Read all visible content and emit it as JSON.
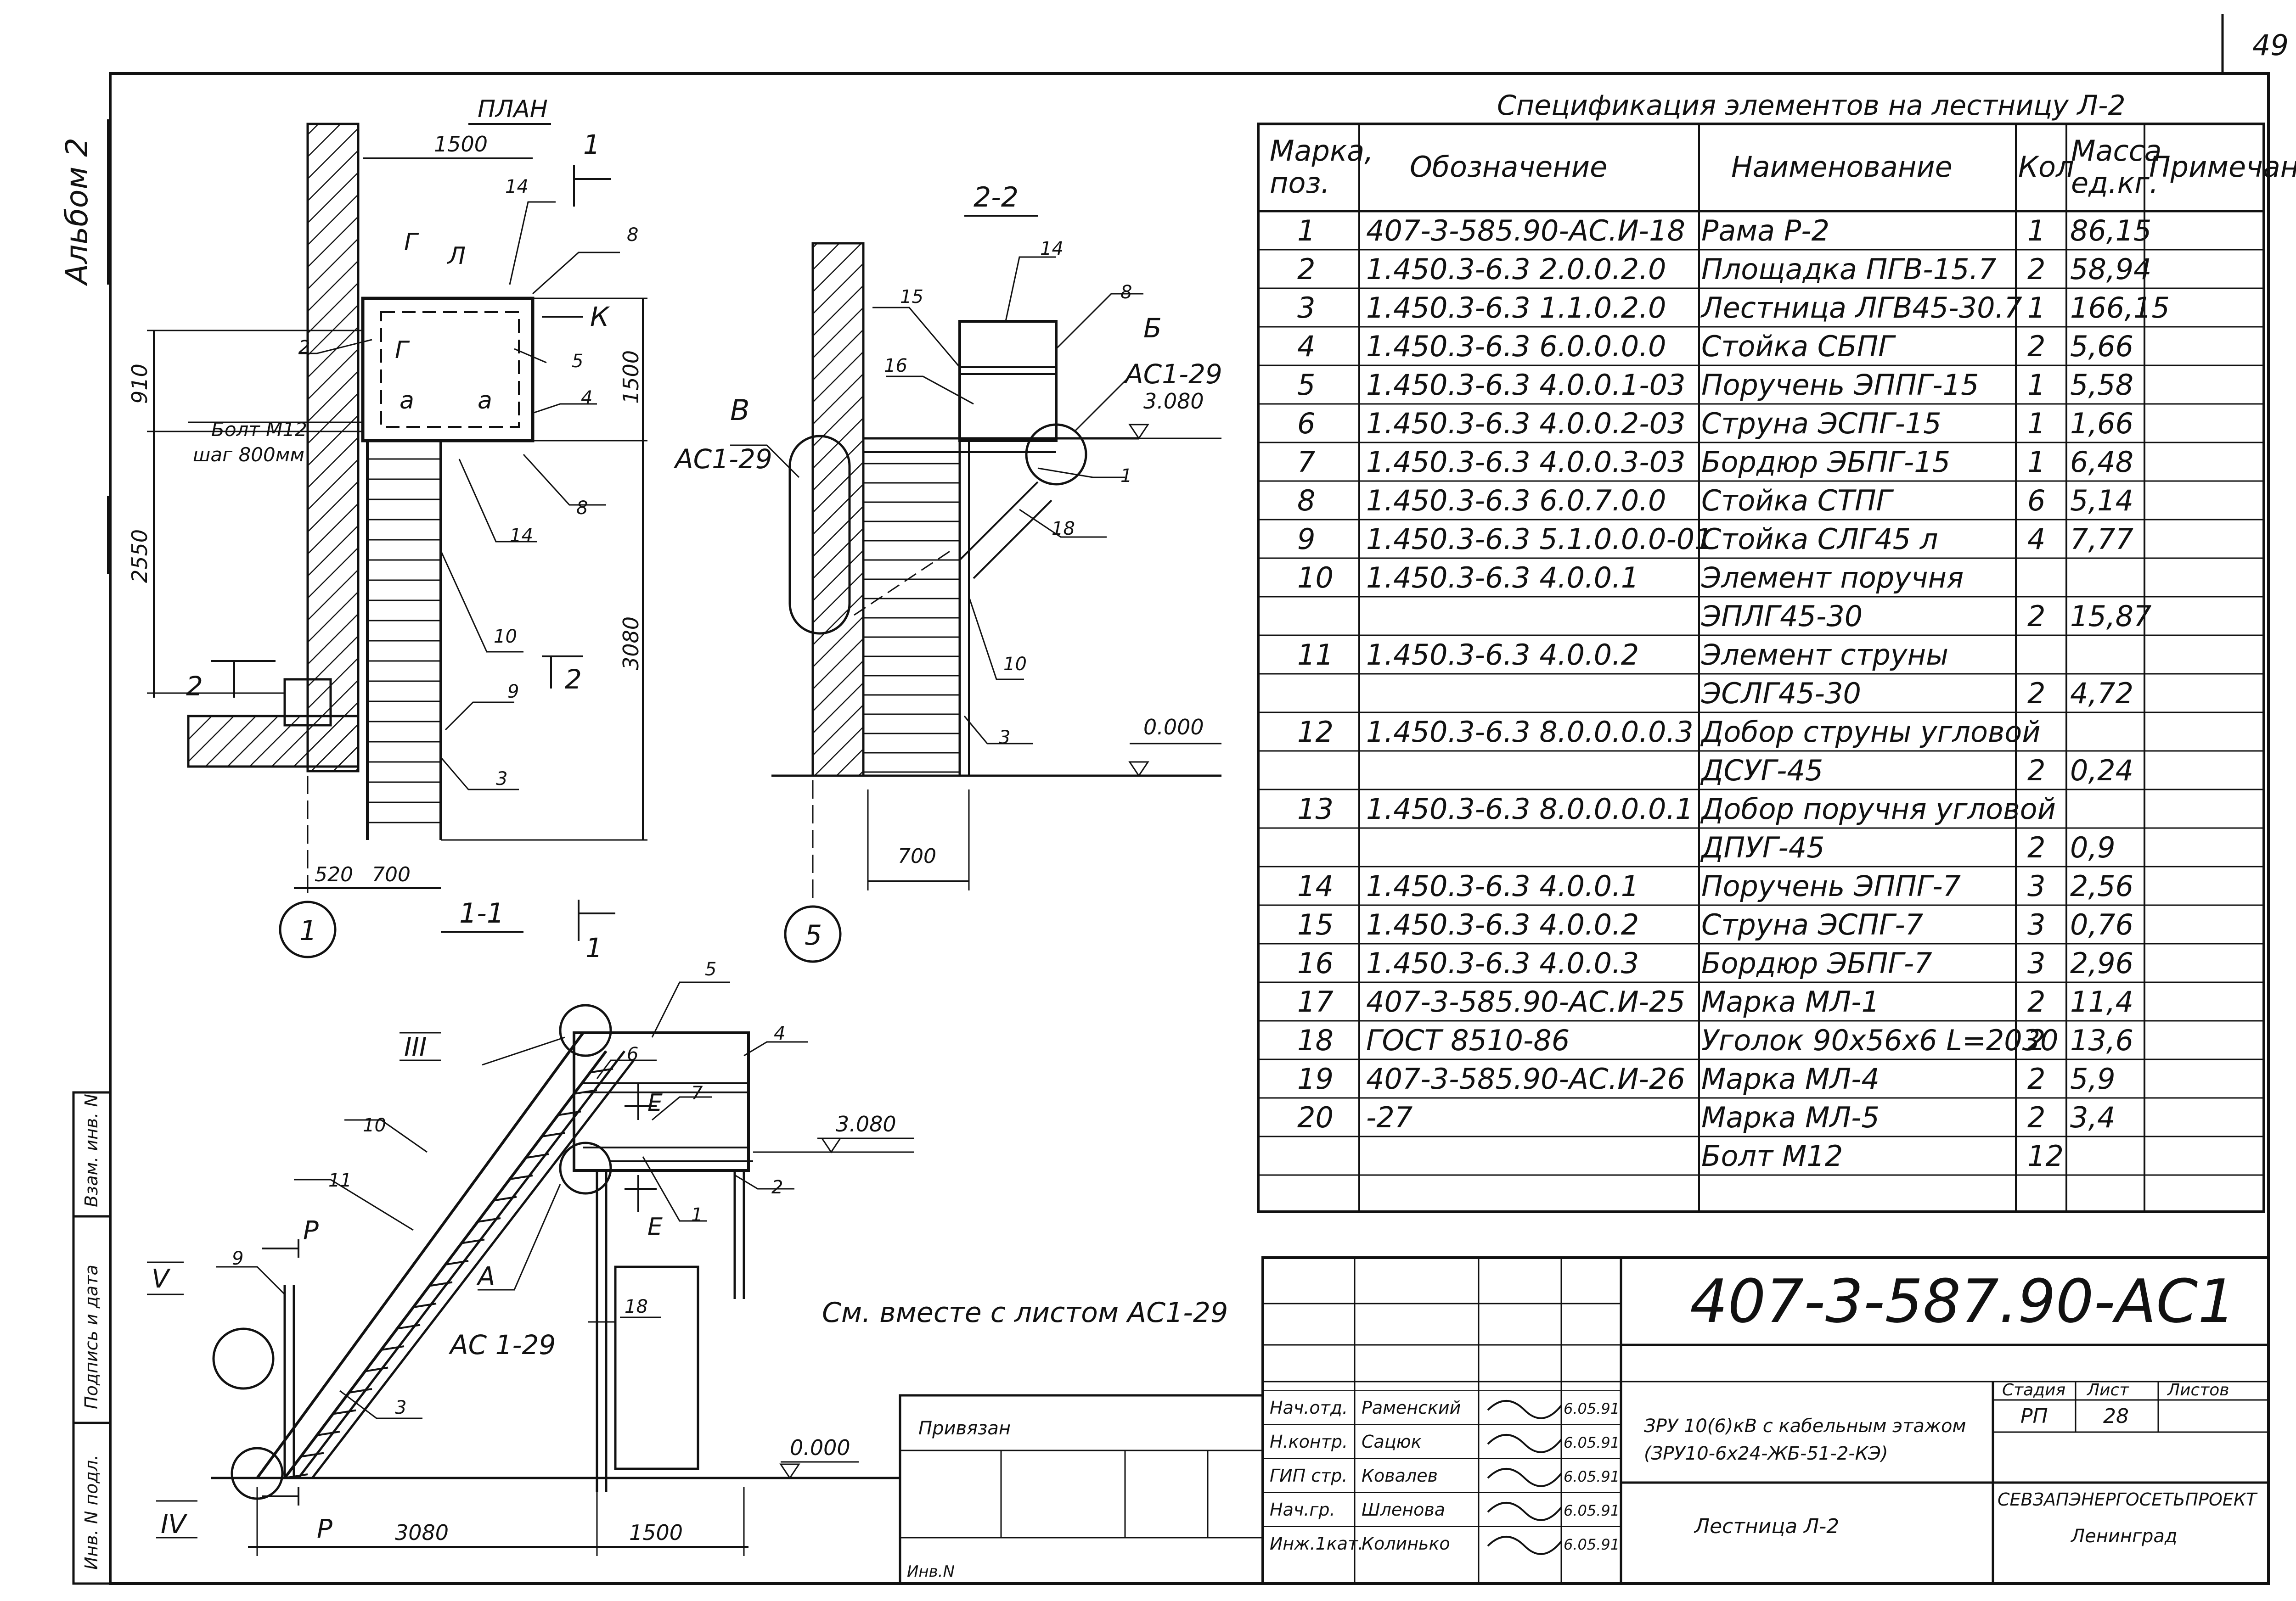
{
  "page": {
    "number": "49",
    "album_label": "Альбом 2"
  },
  "side_stamp": {
    "ref_inv": "Взам. инв. N",
    "sign_date": "Подпись и дата",
    "inv_orig": "Инв. N подл."
  },
  "plan": {
    "title": "ПЛАН",
    "dims": {
      "top": "1500",
      "left_upper": "910",
      "left_lower": "2550",
      "right_upper": "1500",
      "right_total": "3080",
      "bottom_a": "520",
      "bottom_b": "700"
    },
    "bolt_note": "Болт М12",
    "bolt_step": "шаг 800мм",
    "markers": [
      "1",
      "Г",
      "Л",
      "К",
      "Г",
      "а",
      "а",
      "2",
      "2",
      "1-1",
      "1"
    ],
    "leaders": [
      "14",
      "8",
      "2",
      "5",
      "4",
      "8",
      "14",
      "10",
      "9",
      "3"
    ],
    "axis": "1"
  },
  "section22": {
    "title": "2-2",
    "leaders": [
      "14",
      "8",
      "15",
      "16",
      "1",
      "18",
      "10",
      "3"
    ],
    "callout_B": "В",
    "callout_B_ref": "АС1-29",
    "callout_Bb": "Б",
    "callout_Bb_ref": "АС1-29",
    "level_top": "3.080",
    "level_bottom": "0.000",
    "dim_bottom": "700",
    "axis": "5"
  },
  "view11": {
    "leaders": [
      "5",
      "III",
      "6",
      "4",
      "7",
      "10",
      "11",
      "2",
      "1",
      "9",
      "P",
      "V",
      "A",
      "18",
      "3",
      "IV",
      "P"
    ],
    "section_E": [
      "Е",
      "Е"
    ],
    "level_top": "3.080",
    "level_bottom": "0.000",
    "callout_ref": "АС 1-29",
    "dim_left": "3080",
    "dim_right": "1500"
  },
  "see_also": "См. вместе с листом АС1-29",
  "spec": {
    "title": "Спецификация элементов на лестницу Л-2",
    "headers": [
      "Марка, поз.",
      "Обозначение",
      "Наименование",
      "Кол",
      "Масса ед.кг.",
      "Примечание"
    ],
    "rows": [
      [
        "1",
        "407-3-585.90-АС.И-18",
        "Рама Р-2",
        "1",
        "86,15"
      ],
      [
        "2",
        "1.450.3-6.3  2.0.0.2.0",
        "Площадка ПГВ-15.7",
        "2",
        "58,94"
      ],
      [
        "3",
        "1.450.3-6.3  1.1.0.2.0",
        "Лестница ЛГВ45-30.7",
        "1",
        "166,15"
      ],
      [
        "4",
        "1.450.3-6.3  6.0.0.0.0",
        "Стойка СБПГ",
        "2",
        "5,66"
      ],
      [
        "5",
        "1.450.3-6.3  4.0.0.1-03",
        "Поручень ЭППГ-15",
        "1",
        "5,58"
      ],
      [
        "6",
        "1.450.3-6.3  4.0.0.2-03",
        "Струна ЭСПГ-15",
        "1",
        "1,66"
      ],
      [
        "7",
        "1.450.3-6.3  4.0.0.3-03",
        "Бордюр ЭБПГ-15",
        "1",
        "6,48"
      ],
      [
        "8",
        "1.450.3-6.3  6.0.7.0.0",
        "Стойка СТПГ",
        "6",
        "5,14"
      ],
      [
        "9",
        "1.450.3-6.3  5.1.0.0.0-01",
        "Стойка СЛГ45 л",
        "4",
        "7,77"
      ],
      [
        "10",
        "1.450.3-6.3  4.0.0.1",
        "Элемент поручня",
        "",
        ""
      ],
      [
        "",
        "",
        "ЭПЛГ45-30",
        "2",
        "15,87"
      ],
      [
        "11",
        "1.450.3-6.3  4.0.0.2",
        "Элемент струны",
        "",
        ""
      ],
      [
        "",
        "",
        "ЭСЛГ45-30",
        "2",
        "4,72"
      ],
      [
        "12",
        "1.450.3-6.3  8.0.0.0.0.3",
        "Добор струны угловой",
        "",
        ""
      ],
      [
        "",
        "",
        "ДСУГ-45",
        "2",
        "0,24"
      ],
      [
        "13",
        "1.450.3-6.3  8.0.0.0.0.1",
        "Добор поручня угловой",
        "",
        ""
      ],
      [
        "",
        "",
        "ДПУГ-45",
        "2",
        "0,9"
      ],
      [
        "14",
        "1.450.3-6.3  4.0.0.1",
        "Поручень ЭППГ-7",
        "3",
        "2,56"
      ],
      [
        "15",
        "1.450.3-6.3  4.0.0.2",
        "Струна ЭСПГ-7",
        "3",
        "0,76"
      ],
      [
        "16",
        "1.450.3-6.3  4.0.0.3",
        "Бордюр ЭБПГ-7",
        "3",
        "2,96"
      ],
      [
        "17",
        "407-3-585.90-АС.И-25",
        "Марка МЛ-1",
        "2",
        "11,4"
      ],
      [
        "18",
        "ГОСТ 8510-86",
        "Уголок 90х56х6  L=2030",
        "2",
        "13,6"
      ],
      [
        "19",
        "407-3-585.90-АС.И-26",
        "Марка МЛ-4",
        "2",
        "5,9"
      ],
      [
        "20",
        "-27",
        "Марка МЛ-5",
        "2",
        "3,4"
      ],
      [
        "",
        "",
        "Болт М12",
        "12",
        ""
      ]
    ]
  },
  "title_block": {
    "code": "407-3-587.90-АС1",
    "bound": "Привязан",
    "inv": "Инв.N",
    "staff": [
      {
        "role": "Нач.отд.",
        "name": "Раменский",
        "date": "6.05.91"
      },
      {
        "role": "Н.контр.",
        "name": "Сацюк",
        "date": "6.05.91"
      },
      {
        "role": "ГИП стр.",
        "name": "Ковалев",
        "date": "6.05.91"
      },
      {
        "role": "Нач.гр.",
        "name": "Шленова",
        "date": "6.05.91"
      },
      {
        "role": "Инж.1кат.",
        "name": "Колинько",
        "date": "6.05.91"
      }
    ],
    "project_line1": "ЗРУ 10(6)кВ с кабельным этажом",
    "project_line2": "(ЗРУ10-6х24-ЖБ-51-2-КЭ)",
    "drawing_name": "Лестница Л-2",
    "stage_label": "Стадия",
    "sheet_label": "Лист",
    "sheets_label": "Листов",
    "stage": "РП",
    "sheet": "28",
    "org": "СЕВЗАПЭНЕРГОСЕТЬПРОЕКТ",
    "city": "Ленинград"
  }
}
